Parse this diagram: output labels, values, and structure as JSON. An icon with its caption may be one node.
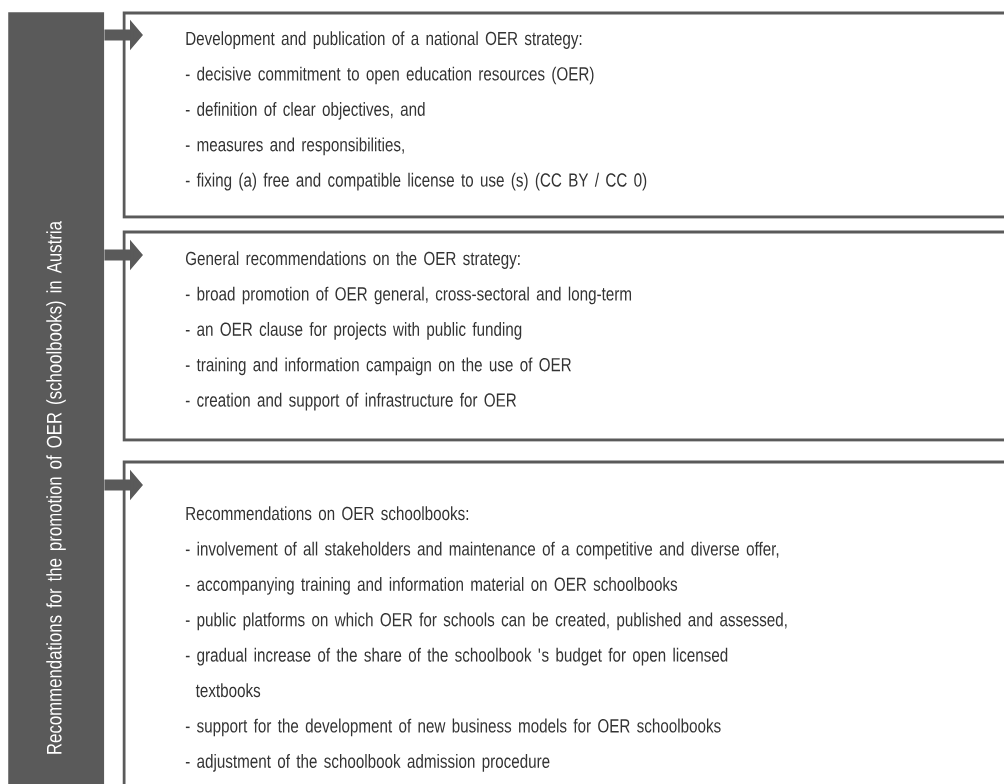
{
  "diagram": {
    "nodes": [
      {
        "text": [
          "Recommendations for the promotion of OER (schoolbooks) in Austria"
        ]
      },
      {
        "text": [
          "Development and publication of a national OER strategy:",
          "- decisive commitment to open education resources (OER)",
          "- definition of clear  objectives, and",
          "- measures and responsibilities,",
          "- fixing (a) free and compatible license to use (s) (CC BY / CC 0)"
        ]
      },
      {
        "text": [
          "General recommendations on the OER strategy:",
          "- broad promotion of OER general, cross-sectoral and long-term",
          "- an OER clause  for projects with public funding",
          "- training and information campaign on the use of OER",
          "- creation and support of infrastructure for OER"
        ]
      },
      {
        "text": [
          "Recommendations on OER schoolbooks:",
          "- involvement of all stakeholders and maintenance of a competitive and diverse offer,",
          "- accompanying training and information material on OER schoolbooks",
          "- public platforms on which OER for schools can be created, published and assessed,",
          "- gradual increase of the share of the schoolbook 's budget for open licensed textbooks",
          "- support for the development of new business models for OER schoolbooks",
          "- adjustment of the schoolbook admission procedure"
        ]
      }
    ],
    "edges": [
      {
        "from": 0,
        "to": 1,
        "arrow": "to"
      },
      {
        "from": 0,
        "to": 2,
        "arrow": "to"
      },
      {
        "from": 0,
        "to": 3,
        "arrow": "to"
      }
    ]
  }
}
